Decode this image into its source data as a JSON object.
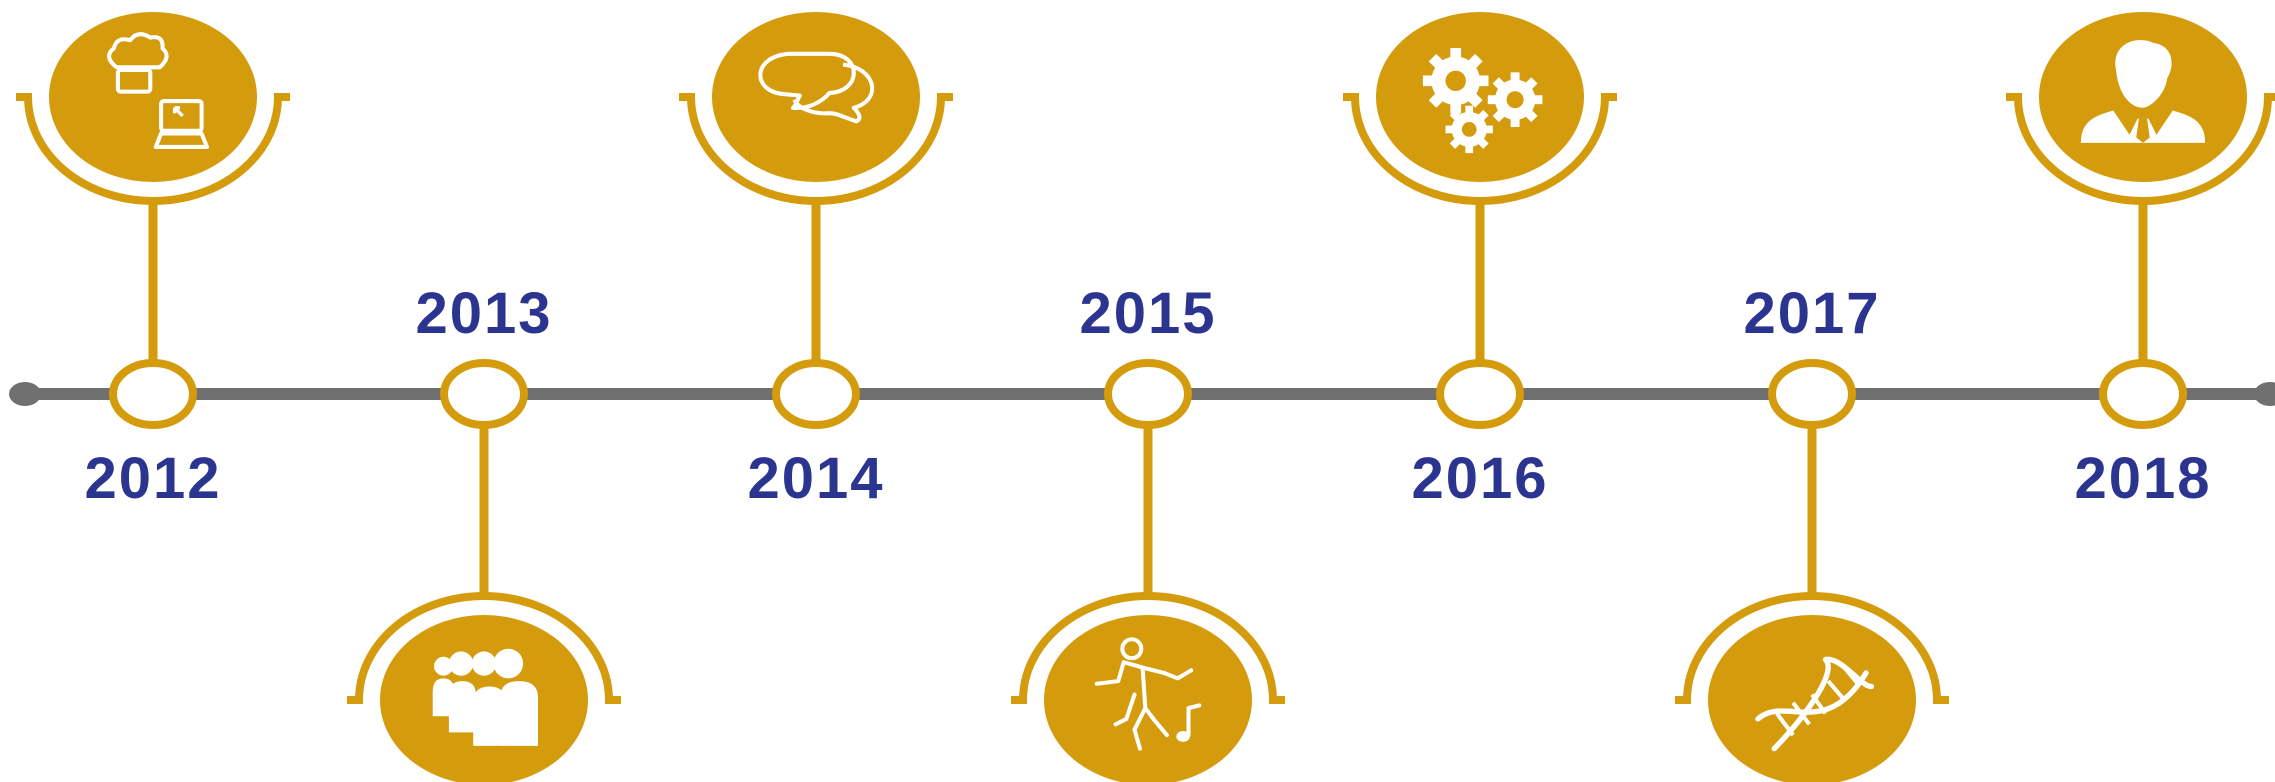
{
  "colors": {
    "accent": "#d49b0c",
    "axis": "#707070",
    "year_text": "#2b3590",
    "icon": "#ffffff"
  },
  "milestones": [
    {
      "year": "2012",
      "icon": "chef-laptop-icon"
    },
    {
      "year": "2013",
      "icon": "family-group-icon"
    },
    {
      "year": "2014",
      "icon": "speech-bubbles-icon"
    },
    {
      "year": "2015",
      "icon": "dancing-person-music-icon"
    },
    {
      "year": "2016",
      "icon": "gears-icon"
    },
    {
      "year": "2017",
      "icon": "dna-helix-icon"
    },
    {
      "year": "2018",
      "icon": "businessman-icon"
    }
  ]
}
